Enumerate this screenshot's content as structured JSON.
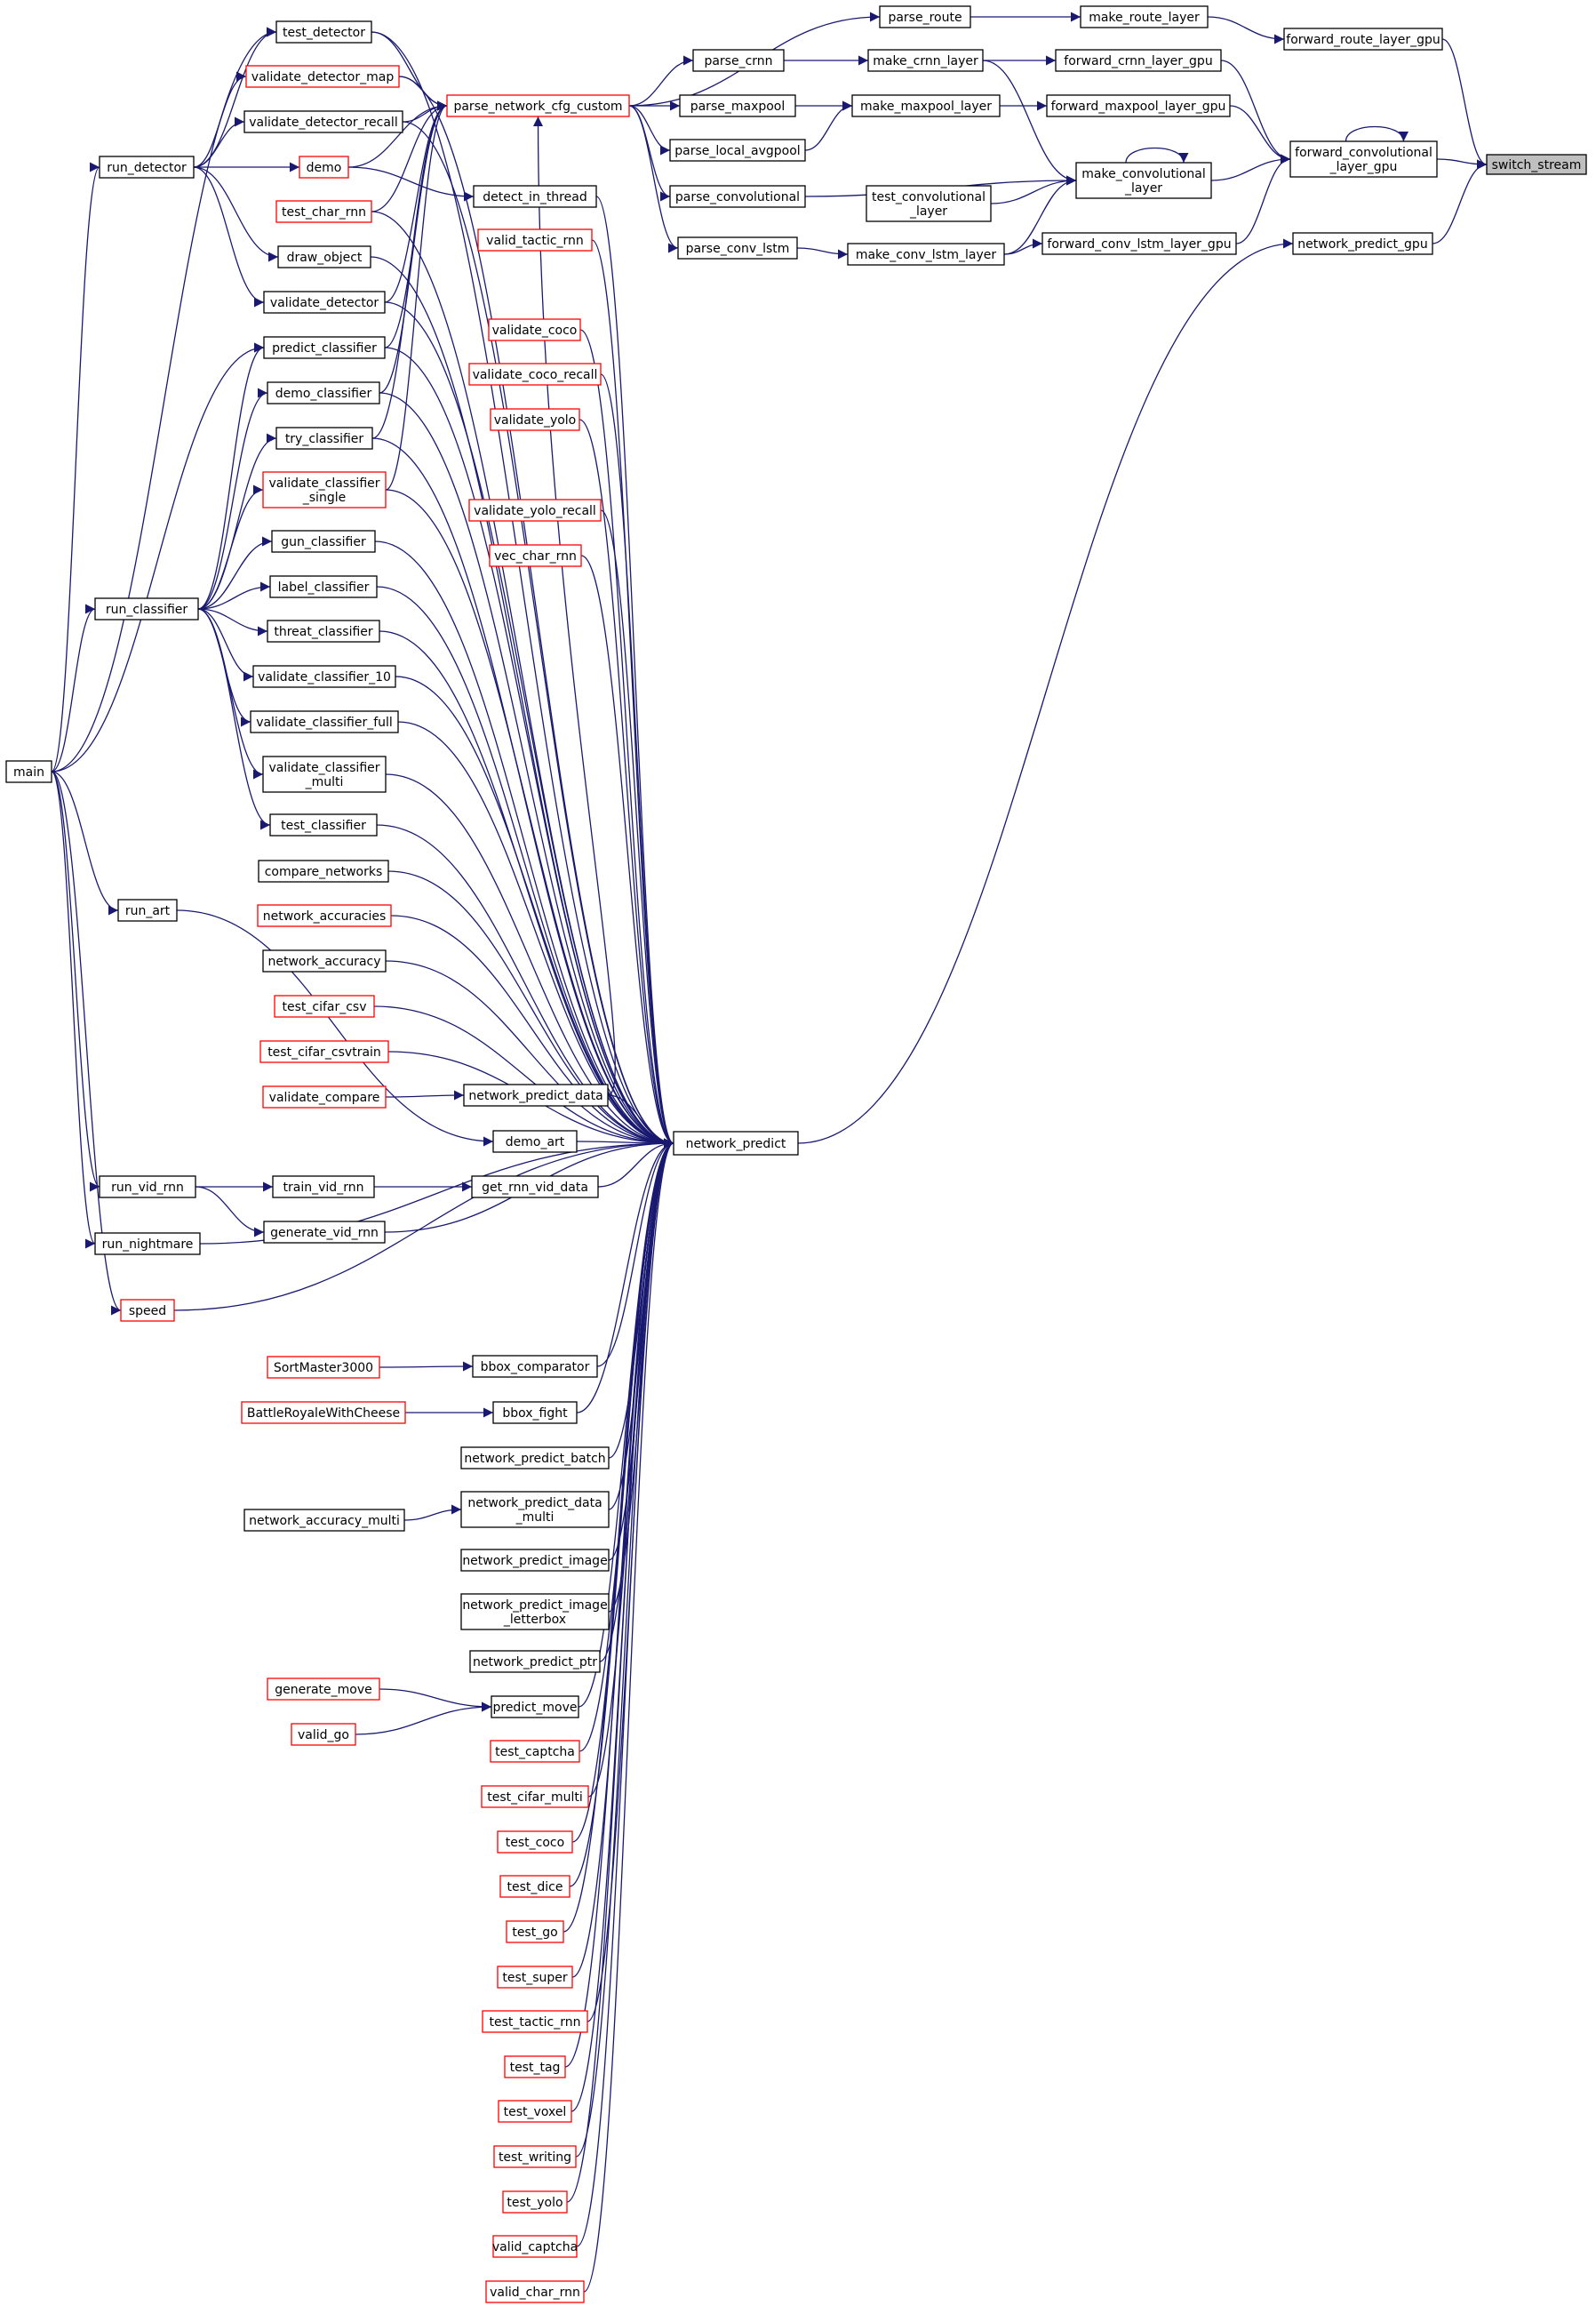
{
  "colors": {
    "edge": "#191970",
    "node_border": "#000000",
    "truncated_border": "#ff0000",
    "highlight_fill": "#bfbfbf"
  },
  "highlighted_node": "switch_stream",
  "nodes": [
    {
      "id": "switch_stream",
      "lines": [
        "switch_stream"
      ],
      "style": "highlight"
    },
    {
      "id": "forward_route_layer_gpu",
      "lines": [
        "forward_route_layer_gpu"
      ],
      "style": "normal"
    },
    {
      "id": "forward_convolutional_layer_gpu",
      "lines": [
        "forward_convolutional",
        "_layer_gpu"
      ],
      "style": "normal"
    },
    {
      "id": "network_predict_gpu",
      "lines": [
        "network_predict_gpu"
      ],
      "style": "normal"
    },
    {
      "id": "make_route_layer",
      "lines": [
        "make_route_layer"
      ],
      "style": "normal"
    },
    {
      "id": "forward_crnn_layer_gpu",
      "lines": [
        "forward_crnn_layer_gpu"
      ],
      "style": "normal"
    },
    {
      "id": "forward_maxpool_layer_gpu",
      "lines": [
        "forward_maxpool_layer_gpu"
      ],
      "style": "normal"
    },
    {
      "id": "forward_conv_lstm_layer_gpu",
      "lines": [
        "forward_conv_lstm_layer_gpu"
      ],
      "style": "normal"
    },
    {
      "id": "make_convolutional_layer",
      "lines": [
        "make_convolutional",
        "_layer"
      ],
      "style": "normal"
    },
    {
      "id": "test_convolutional_layer",
      "lines": [
        "test_convolutional",
        "_layer"
      ],
      "style": "normal"
    },
    {
      "id": "parse_route",
      "lines": [
        "parse_route"
      ],
      "style": "normal"
    },
    {
      "id": "make_crnn_layer",
      "lines": [
        "make_crnn_layer"
      ],
      "style": "normal"
    },
    {
      "id": "make_maxpool_layer",
      "lines": [
        "make_maxpool_layer"
      ],
      "style": "normal"
    },
    {
      "id": "make_conv_lstm_layer",
      "lines": [
        "make_conv_lstm_layer"
      ],
      "style": "normal"
    },
    {
      "id": "parse_crnn",
      "lines": [
        "parse_crnn"
      ],
      "style": "normal"
    },
    {
      "id": "parse_maxpool",
      "lines": [
        "parse_maxpool"
      ],
      "style": "normal"
    },
    {
      "id": "parse_local_avgpool",
      "lines": [
        "parse_local_avgpool"
      ],
      "style": "normal"
    },
    {
      "id": "parse_convolutional",
      "lines": [
        "parse_convolutional"
      ],
      "style": "normal"
    },
    {
      "id": "parse_conv_lstm",
      "lines": [
        "parse_conv_lstm"
      ],
      "style": "normal"
    },
    {
      "id": "parse_network_cfg_custom",
      "lines": [
        "parse_network_cfg_custom"
      ],
      "style": "truncated"
    },
    {
      "id": "detect_in_thread",
      "lines": [
        "detect_in_thread"
      ],
      "style": "normal"
    },
    {
      "id": "valid_tactic_rnn",
      "lines": [
        "valid_tactic_rnn"
      ],
      "style": "truncated"
    },
    {
      "id": "validate_coco",
      "lines": [
        "validate_coco"
      ],
      "style": "truncated"
    },
    {
      "id": "validate_coco_recall",
      "lines": [
        "validate_coco_recall"
      ],
      "style": "truncated"
    },
    {
      "id": "validate_yolo",
      "lines": [
        "validate_yolo"
      ],
      "style": "truncated"
    },
    {
      "id": "validate_yolo_recall",
      "lines": [
        "validate_yolo_recall"
      ],
      "style": "truncated"
    },
    {
      "id": "vec_char_rnn",
      "lines": [
        "vec_char_rnn"
      ],
      "style": "truncated"
    },
    {
      "id": "network_predict",
      "lines": [
        "network_predict"
      ],
      "style": "normal"
    },
    {
      "id": "network_predict_data",
      "lines": [
        "network_predict_data"
      ],
      "style": "normal"
    },
    {
      "id": "demo_art",
      "lines": [
        "demo_art"
      ],
      "style": "normal"
    },
    {
      "id": "get_rnn_vid_data",
      "lines": [
        "get_rnn_vid_data"
      ],
      "style": "normal"
    },
    {
      "id": "bbox_comparator",
      "lines": [
        "bbox_comparator"
      ],
      "style": "normal"
    },
    {
      "id": "bbox_fight",
      "lines": [
        "bbox_fight"
      ],
      "style": "normal"
    },
    {
      "id": "network_predict_batch",
      "lines": [
        "network_predict_batch"
      ],
      "style": "normal"
    },
    {
      "id": "network_predict_data_multi",
      "lines": [
        "network_predict_data",
        "_multi"
      ],
      "style": "normal"
    },
    {
      "id": "network_predict_image",
      "lines": [
        "network_predict_image"
      ],
      "style": "normal"
    },
    {
      "id": "network_predict_image_letterbox",
      "lines": [
        "network_predict_image",
        "_letterbox"
      ],
      "style": "normal"
    },
    {
      "id": "network_predict_ptr",
      "lines": [
        "network_predict_ptr"
      ],
      "style": "normal"
    },
    {
      "id": "predict_move",
      "lines": [
        "predict_move"
      ],
      "style": "normal"
    },
    {
      "id": "test_captcha",
      "lines": [
        "test_captcha"
      ],
      "style": "truncated"
    },
    {
      "id": "test_cifar_multi",
      "lines": [
        "test_cifar_multi"
      ],
      "style": "truncated"
    },
    {
      "id": "test_coco",
      "lines": [
        "test_coco"
      ],
      "style": "truncated"
    },
    {
      "id": "test_dice",
      "lines": [
        "test_dice"
      ],
      "style": "truncated"
    },
    {
      "id": "test_go",
      "lines": [
        "test_go"
      ],
      "style": "truncated"
    },
    {
      "id": "test_super",
      "lines": [
        "test_super"
      ],
      "style": "truncated"
    },
    {
      "id": "test_tactic_rnn",
      "lines": [
        "test_tactic_rnn"
      ],
      "style": "truncated"
    },
    {
      "id": "test_tag",
      "lines": [
        "test_tag"
      ],
      "style": "truncated"
    },
    {
      "id": "test_voxel",
      "lines": [
        "test_voxel"
      ],
      "style": "truncated"
    },
    {
      "id": "test_writing",
      "lines": [
        "test_writing"
      ],
      "style": "truncated"
    },
    {
      "id": "test_yolo",
      "lines": [
        "test_yolo"
      ],
      "style": "truncated"
    },
    {
      "id": "valid_captcha",
      "lines": [
        "valid_captcha"
      ],
      "style": "truncated"
    },
    {
      "id": "valid_char_rnn",
      "lines": [
        "valid_char_rnn"
      ],
      "style": "truncated"
    },
    {
      "id": "test_detector",
      "lines": [
        "test_detector"
      ],
      "style": "normal"
    },
    {
      "id": "validate_detector_map",
      "lines": [
        "validate_detector_map"
      ],
      "style": "truncated"
    },
    {
      "id": "validate_detector_recall",
      "lines": [
        "validate_detector_recall"
      ],
      "style": "normal"
    },
    {
      "id": "demo",
      "lines": [
        "demo"
      ],
      "style": "truncated"
    },
    {
      "id": "test_char_rnn",
      "lines": [
        "test_char_rnn"
      ],
      "style": "truncated"
    },
    {
      "id": "draw_object",
      "lines": [
        "draw_object"
      ],
      "style": "normal"
    },
    {
      "id": "validate_detector",
      "lines": [
        "validate_detector"
      ],
      "style": "normal"
    },
    {
      "id": "predict_classifier",
      "lines": [
        "predict_classifier"
      ],
      "style": "normal"
    },
    {
      "id": "demo_classifier",
      "lines": [
        "demo_classifier"
      ],
      "style": "normal"
    },
    {
      "id": "try_classifier",
      "lines": [
        "try_classifier"
      ],
      "style": "normal"
    },
    {
      "id": "validate_classifier_single",
      "lines": [
        "validate_classifier",
        "_single"
      ],
      "style": "truncated"
    },
    {
      "id": "gun_classifier",
      "lines": [
        "gun_classifier"
      ],
      "style": "normal"
    },
    {
      "id": "label_classifier",
      "lines": [
        "label_classifier"
      ],
      "style": "normal"
    },
    {
      "id": "threat_classifier",
      "lines": [
        "threat_classifier"
      ],
      "style": "normal"
    },
    {
      "id": "validate_classifier_10",
      "lines": [
        "validate_classifier_10"
      ],
      "style": "normal"
    },
    {
      "id": "validate_classifier_full",
      "lines": [
        "validate_classifier_full"
      ],
      "style": "normal"
    },
    {
      "id": "validate_classifier_multi",
      "lines": [
        "validate_classifier",
        "_multi"
      ],
      "style": "normal"
    },
    {
      "id": "test_classifier",
      "lines": [
        "test_classifier"
      ],
      "style": "normal"
    },
    {
      "id": "compare_networks",
      "lines": [
        "compare_networks"
      ],
      "style": "normal"
    },
    {
      "id": "network_accuracies",
      "lines": [
        "network_accuracies"
      ],
      "style": "truncated"
    },
    {
      "id": "network_accuracy",
      "lines": [
        "network_accuracy"
      ],
      "style": "normal"
    },
    {
      "id": "test_cifar_csv",
      "lines": [
        "test_cifar_csv"
      ],
      "style": "truncated"
    },
    {
      "id": "test_cifar_csvtrain",
      "lines": [
        "test_cifar_csvtrain"
      ],
      "style": "truncated"
    },
    {
      "id": "validate_compare",
      "lines": [
        "validate_compare"
      ],
      "style": "truncated"
    },
    {
      "id": "train_vid_rnn",
      "lines": [
        "train_vid_rnn"
      ],
      "style": "normal"
    },
    {
      "id": "generate_vid_rnn",
      "lines": [
        "generate_vid_rnn"
      ],
      "style": "normal"
    },
    {
      "id": "SortMaster3000",
      "lines": [
        "SortMaster3000"
      ],
      "style": "truncated"
    },
    {
      "id": "BattleRoyaleWithCheese",
      "lines": [
        "BattleRoyaleWithCheese"
      ],
      "style": "truncated"
    },
    {
      "id": "network_accuracy_multi",
      "lines": [
        "network_accuracy_multi"
      ],
      "style": "normal"
    },
    {
      "id": "generate_move",
      "lines": [
        "generate_move"
      ],
      "style": "truncated"
    },
    {
      "id": "valid_go",
      "lines": [
        "valid_go"
      ],
      "style": "truncated"
    },
    {
      "id": "run_detector",
      "lines": [
        "run_detector"
      ],
      "style": "normal"
    },
    {
      "id": "run_classifier",
      "lines": [
        "run_classifier"
      ],
      "style": "normal"
    },
    {
      "id": "run_art",
      "lines": [
        "run_art"
      ],
      "style": "normal"
    },
    {
      "id": "run_vid_rnn",
      "lines": [
        "run_vid_rnn"
      ],
      "style": "normal"
    },
    {
      "id": "run_nightmare",
      "lines": [
        "run_nightmare"
      ],
      "style": "normal"
    },
    {
      "id": "speed",
      "lines": [
        "speed"
      ],
      "style": "truncated"
    },
    {
      "id": "main",
      "lines": [
        "main"
      ],
      "style": "normal"
    }
  ],
  "edges": [
    [
      "forward_route_layer_gpu",
      "switch_stream"
    ],
    [
      "forward_convolutional_layer_gpu",
      "switch_stream"
    ],
    [
      "network_predict_gpu",
      "switch_stream"
    ],
    [
      "make_route_layer",
      "forward_route_layer_gpu"
    ],
    [
      "forward_crnn_layer_gpu",
      "forward_convolutional_layer_gpu"
    ],
    [
      "forward_maxpool_layer_gpu",
      "forward_convolutional_layer_gpu"
    ],
    [
      "forward_conv_lstm_layer_gpu",
      "forward_convolutional_layer_gpu"
    ],
    [
      "make_convolutional_layer",
      "forward_convolutional_layer_gpu"
    ],
    [
      "forward_convolutional_layer_gpu",
      "forward_convolutional_layer_gpu"
    ],
    [
      "network_predict",
      "network_predict_gpu"
    ],
    [
      "parse_route",
      "make_route_layer"
    ],
    [
      "make_crnn_layer",
      "forward_crnn_layer_gpu"
    ],
    [
      "make_maxpool_layer",
      "forward_maxpool_layer_gpu"
    ],
    [
      "make_conv_lstm_layer",
      "forward_conv_lstm_layer_gpu"
    ],
    [
      "make_crnn_layer",
      "make_convolutional_layer"
    ],
    [
      "make_conv_lstm_layer",
      "make_convolutional_layer"
    ],
    [
      "parse_convolutional",
      "make_convolutional_layer"
    ],
    [
      "test_convolutional_layer",
      "make_convolutional_layer"
    ],
    [
      "make_convolutional_layer",
      "make_convolutional_layer"
    ],
    [
      "parse_network_cfg_custom",
      "parse_route"
    ],
    [
      "parse_crnn",
      "make_crnn_layer"
    ],
    [
      "parse_maxpool",
      "make_maxpool_layer"
    ],
    [
      "parse_local_avgpool",
      "make_maxpool_layer"
    ],
    [
      "parse_conv_lstm",
      "make_conv_lstm_layer"
    ],
    [
      "parse_network_cfg_custom",
      "parse_crnn"
    ],
    [
      "parse_network_cfg_custom",
      "parse_maxpool"
    ],
    [
      "parse_network_cfg_custom",
      "parse_local_avgpool"
    ],
    [
      "parse_network_cfg_custom",
      "parse_convolutional"
    ],
    [
      "parse_network_cfg_custom",
      "parse_conv_lstm"
    ],
    [
      "test_detector",
      "parse_network_cfg_custom"
    ],
    [
      "validate_detector_map",
      "parse_network_cfg_custom"
    ],
    [
      "validate_detector_recall",
      "parse_network_cfg_custom"
    ],
    [
      "demo",
      "parse_network_cfg_custom"
    ],
    [
      "test_char_rnn",
      "parse_network_cfg_custom"
    ],
    [
      "validate_detector",
      "parse_network_cfg_custom"
    ],
    [
      "predict_classifier",
      "parse_network_cfg_custom"
    ],
    [
      "demo_classifier",
      "parse_network_cfg_custom"
    ],
    [
      "try_classifier",
      "parse_network_cfg_custom"
    ],
    [
      "validate_classifier_single",
      "parse_network_cfg_custom"
    ],
    [
      "network_predict_data",
      "parse_network_cfg_custom"
    ],
    [
      "demo",
      "detect_in_thread"
    ],
    [
      "detect_in_thread",
      "network_predict"
    ],
    [
      "valid_tactic_rnn",
      "network_predict"
    ],
    [
      "validate_coco",
      "network_predict"
    ],
    [
      "validate_coco_recall",
      "network_predict"
    ],
    [
      "validate_yolo",
      "network_predict"
    ],
    [
      "validate_yolo_recall",
      "network_predict"
    ],
    [
      "vec_char_rnn",
      "network_predict"
    ],
    [
      "test_detector",
      "network_predict"
    ],
    [
      "validate_detector_map",
      "network_predict"
    ],
    [
      "validate_detector_recall",
      "network_predict"
    ],
    [
      "test_char_rnn",
      "network_predict"
    ],
    [
      "draw_object",
      "network_predict"
    ],
    [
      "validate_detector",
      "network_predict"
    ],
    [
      "predict_classifier",
      "network_predict"
    ],
    [
      "demo_classifier",
      "network_predict"
    ],
    [
      "try_classifier",
      "network_predict"
    ],
    [
      "validate_classifier_single",
      "network_predict"
    ],
    [
      "gun_classifier",
      "network_predict"
    ],
    [
      "label_classifier",
      "network_predict"
    ],
    [
      "threat_classifier",
      "network_predict"
    ],
    [
      "validate_classifier_10",
      "network_predict"
    ],
    [
      "validate_classifier_full",
      "network_predict"
    ],
    [
      "validate_classifier_multi",
      "network_predict"
    ],
    [
      "test_classifier",
      "network_predict"
    ],
    [
      "compare_networks",
      "network_predict"
    ],
    [
      "network_accuracies",
      "network_predict"
    ],
    [
      "network_accuracy",
      "network_predict"
    ],
    [
      "test_cifar_csv",
      "network_predict"
    ],
    [
      "test_cifar_csvtrain",
      "network_predict"
    ],
    [
      "network_predict_data",
      "network_predict"
    ],
    [
      "demo_art",
      "network_predict"
    ],
    [
      "get_rnn_vid_data",
      "network_predict"
    ],
    [
      "generate_vid_rnn",
      "network_predict"
    ],
    [
      "run_nightmare",
      "network_predict"
    ],
    [
      "speed",
      "network_predict"
    ],
    [
      "bbox_comparator",
      "network_predict"
    ],
    [
      "bbox_fight",
      "network_predict"
    ],
    [
      "network_predict_batch",
      "network_predict"
    ],
    [
      "network_predict_data_multi",
      "network_predict"
    ],
    [
      "network_predict_image",
      "network_predict"
    ],
    [
      "network_predict_image_letterbox",
      "network_predict"
    ],
    [
      "network_predict_ptr",
      "network_predict"
    ],
    [
      "predict_move",
      "network_predict"
    ],
    [
      "test_captcha",
      "network_predict"
    ],
    [
      "test_cifar_multi",
      "network_predict"
    ],
    [
      "test_coco",
      "network_predict"
    ],
    [
      "test_dice",
      "network_predict"
    ],
    [
      "test_go",
      "network_predict"
    ],
    [
      "test_super",
      "network_predict"
    ],
    [
      "test_tactic_rnn",
      "network_predict"
    ],
    [
      "test_tag",
      "network_predict"
    ],
    [
      "test_voxel",
      "network_predict"
    ],
    [
      "test_writing",
      "network_predict"
    ],
    [
      "test_yolo",
      "network_predict"
    ],
    [
      "valid_captcha",
      "network_predict"
    ],
    [
      "valid_char_rnn",
      "network_predict"
    ],
    [
      "validate_compare",
      "network_predict_data"
    ],
    [
      "train_vid_rnn",
      "get_rnn_vid_data"
    ],
    [
      "SortMaster3000",
      "bbox_comparator"
    ],
    [
      "BattleRoyaleWithCheese",
      "bbox_fight"
    ],
    [
      "network_accuracy_multi",
      "network_predict_data_multi"
    ],
    [
      "generate_move",
      "predict_move"
    ],
    [
      "valid_go",
      "predict_move"
    ],
    [
      "run_detector",
      "test_detector"
    ],
    [
      "run_detector",
      "validate_detector_map"
    ],
    [
      "run_detector",
      "validate_detector_recall"
    ],
    [
      "run_detector",
      "demo"
    ],
    [
      "run_detector",
      "draw_object"
    ],
    [
      "run_detector",
      "validate_detector"
    ],
    [
      "run_classifier",
      "predict_classifier"
    ],
    [
      "run_classifier",
      "demo_classifier"
    ],
    [
      "run_classifier",
      "try_classifier"
    ],
    [
      "run_classifier",
      "validate_classifier_single"
    ],
    [
      "run_classifier",
      "gun_classifier"
    ],
    [
      "run_classifier",
      "label_classifier"
    ],
    [
      "run_classifier",
      "threat_classifier"
    ],
    [
      "run_classifier",
      "validate_classifier_10"
    ],
    [
      "run_classifier",
      "validate_classifier_full"
    ],
    [
      "run_classifier",
      "validate_classifier_multi"
    ],
    [
      "run_classifier",
      "test_classifier"
    ],
    [
      "run_art",
      "demo_art"
    ],
    [
      "run_vid_rnn",
      "train_vid_rnn"
    ],
    [
      "run_vid_rnn",
      "generate_vid_rnn"
    ],
    [
      "main",
      "run_detector"
    ],
    [
      "main",
      "run_classifier"
    ],
    [
      "main",
      "run_art"
    ],
    [
      "main",
      "run_vid_rnn"
    ],
    [
      "main",
      "run_nightmare"
    ],
    [
      "main",
      "speed"
    ],
    [
      "main",
      "test_detector"
    ],
    [
      "main",
      "predict_classifier"
    ]
  ]
}
